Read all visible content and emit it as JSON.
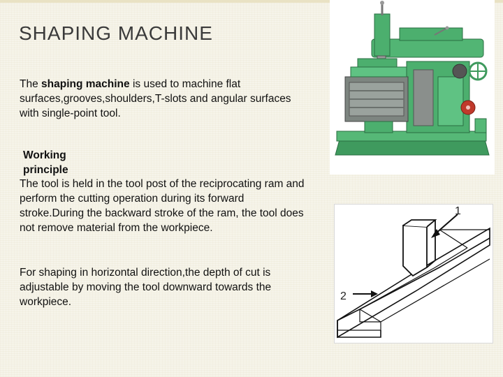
{
  "slide": {
    "title": "SHAPING MACHINE",
    "intro": {
      "prefix": "The ",
      "term": "shaping machine",
      "suffix": " is used to machine flat surfaces,grooves,shoulders,T-slots and angular surfaces with single-point tool."
    },
    "principle_heading": "Working principle",
    "principle_text": "The tool is held in the tool post of the reciprocating ram and perform the cutting operation during its forward stroke.During the backward stroke of the ram, the tool does not remove material from the workpiece.",
    "horizontal_text": "For shaping in horizontal direction,the depth of cut is adjustable by moving the tool downward towards the workpiece."
  },
  "diagram": {
    "label_1": "1",
    "label_2": "2"
  },
  "colors": {
    "machine_green": "#4caf6e",
    "machine_dark": "#2f7d4b",
    "wheel_red": "#c0392b"
  }
}
